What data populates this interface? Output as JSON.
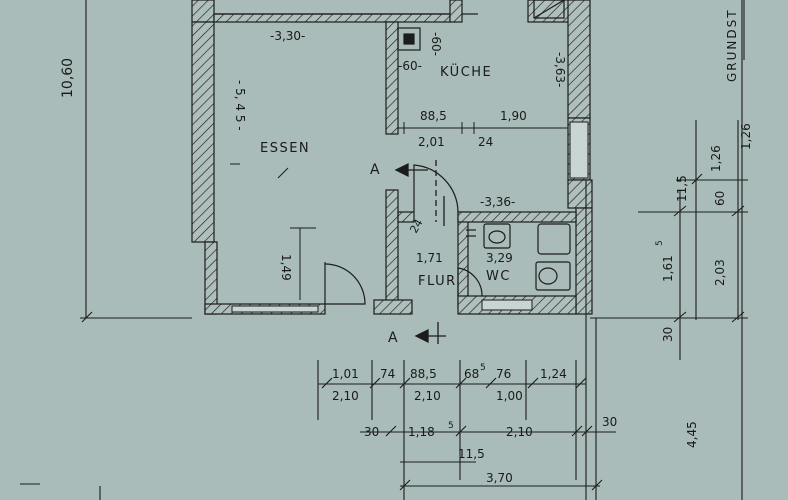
{
  "rooms": {
    "essen": "ESSEN",
    "kueche": "KÜCHE",
    "flur": "FLUR",
    "wc": "WC"
  },
  "section_marks": {
    "top": "A",
    "bottom": "A"
  },
  "room_dims": {
    "essen_w": "-3,30-",
    "essen_h": "- 5, 4 5 -",
    "kueche_h": "-3,63-",
    "wc_w": "-3,36-",
    "flur_area": "1,71",
    "wc_area": "3,29",
    "sixty_a": "-60-",
    "sixty_b": "-60-",
    "d_88_5": "88,5",
    "d_1_90": "1,90",
    "d_2_01": "2,01",
    "d_24": "24",
    "d_24b": "24",
    "d_1_49": "1,49"
  },
  "dims_left": {
    "overall_height": "10,60"
  },
  "dims_right": {
    "grundstueck": "GRUNDST",
    "v1_26a": "1,26",
    "v1_26b": "1,26",
    "v11_5": "11,5",
    "v60": "60",
    "v1_61": "1,61",
    "v1_61_sup": "5",
    "v2_03": "2,03",
    "v30": "30",
    "v4_45": "4,45"
  },
  "dims_bottom": {
    "row1": [
      "1,01",
      "74",
      "88,5",
      "68",
      "76",
      "1,24"
    ],
    "row1_sup": "5",
    "row2": [
      "2,10",
      "2,10",
      "1,00"
    ],
    "row3": [
      "30",
      "1,18",
      "2,10",
      "30"
    ],
    "row3_sup": "5",
    "row4": "11,5",
    "row5": "3,70"
  },
  "colors": {
    "paper": "#a9bcb9",
    "ink": "#1c1c1c"
  }
}
